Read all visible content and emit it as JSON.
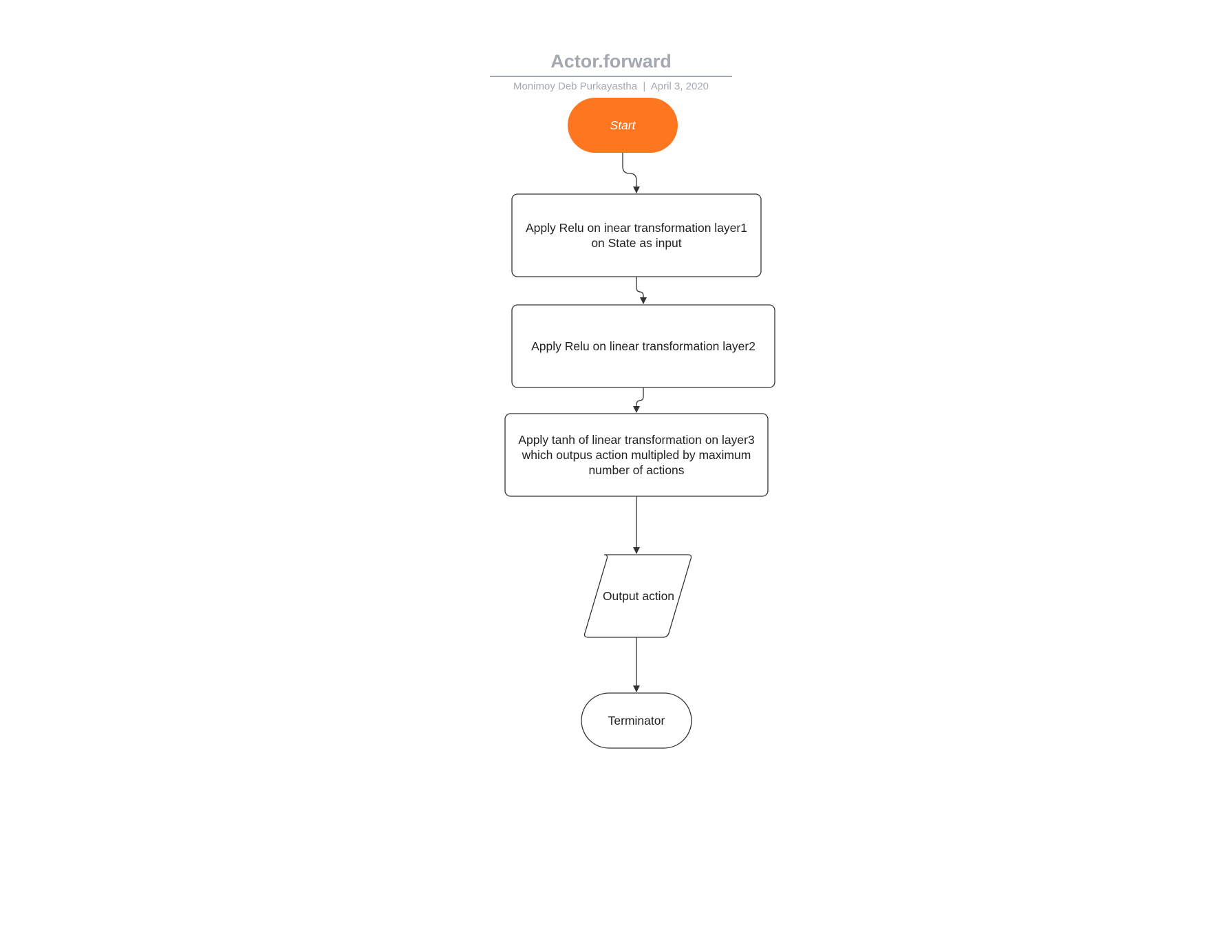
{
  "header": {
    "title": "Actor.forward",
    "subtitle": "Monimoy Deb Purkayastha  |  April 3, 2020"
  },
  "colors": {
    "start_fill": "#ff7620",
    "stroke": "#333333",
    "header_text": "#a3a9b0"
  },
  "nodes": {
    "start": "Start",
    "step1": "Apply Relu  on inear  transformation layer1 on  State as input",
    "step2": "Apply Relu on linear transformation layer2",
    "step3": "Apply tanh of linear transformation on layer3 which outpus action multipled by  maximum number of actions",
    "output": "Output action",
    "end": "Terminator"
  }
}
